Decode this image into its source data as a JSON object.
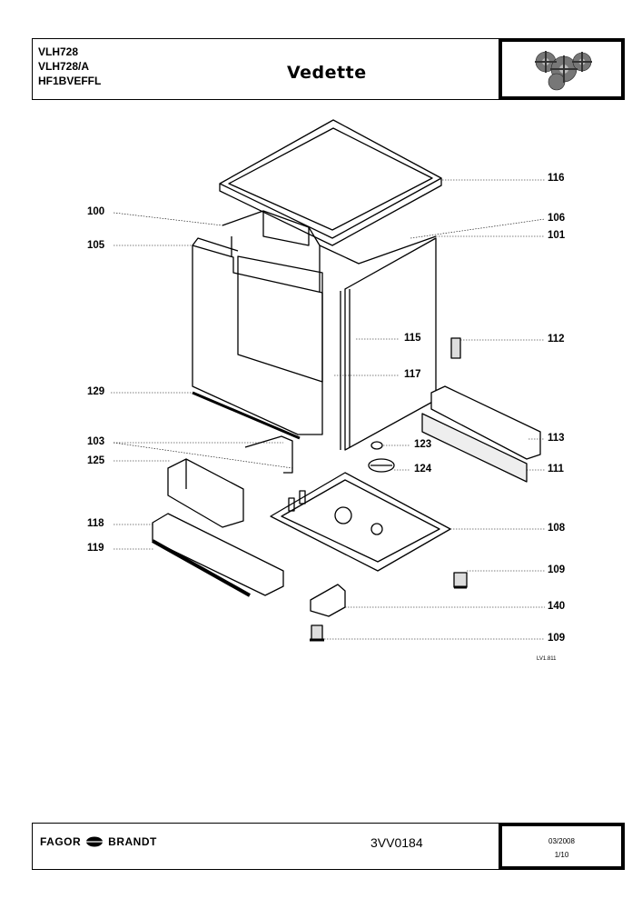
{
  "header": {
    "models": [
      "VLH728",
      "VLH728/A",
      "HF1BVEFFL"
    ],
    "brand": "Vedette"
  },
  "labels": [
    {
      "id": "116",
      "text": "116"
    },
    {
      "id": "100",
      "text": "100"
    },
    {
      "id": "106",
      "text": "106"
    },
    {
      "id": "101",
      "text": "101"
    },
    {
      "id": "105",
      "text": "105"
    },
    {
      "id": "115",
      "text": "115"
    },
    {
      "id": "112",
      "text": "112"
    },
    {
      "id": "117",
      "text": "117"
    },
    {
      "id": "129",
      "text": "129"
    },
    {
      "id": "113",
      "text": "113"
    },
    {
      "id": "103",
      "text": "103"
    },
    {
      "id": "123",
      "text": "123"
    },
    {
      "id": "111",
      "text": "111"
    },
    {
      "id": "125",
      "text": "125"
    },
    {
      "id": "124",
      "text": "124"
    },
    {
      "id": "118",
      "text": "118"
    },
    {
      "id": "108",
      "text": "108"
    },
    {
      "id": "119",
      "text": "119"
    },
    {
      "id": "109a",
      "text": "109"
    },
    {
      "id": "140",
      "text": "140"
    },
    {
      "id": "109b",
      "text": "109"
    }
  ],
  "drawing_ref": "LV1.811",
  "footer": {
    "brand_left": "FAGOR",
    "brand_right": "BRANDT",
    "doc_code": "3VV0184",
    "date": "03/2008",
    "page": "1/10"
  }
}
